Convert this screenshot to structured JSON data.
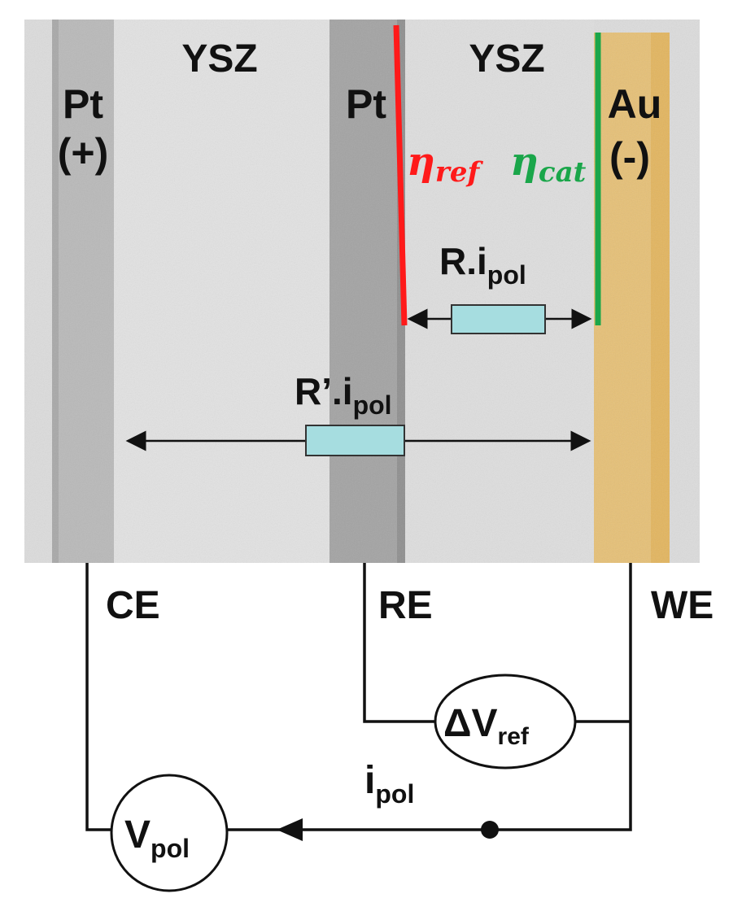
{
  "colors": {
    "ysz": "#dcdcdc",
    "pt_strip": "#b8b8b8",
    "pt_strip_dark": "#9e9e9e",
    "au_overlay": "#e7bd6a",
    "eta_ref": "#ff1a1a",
    "eta_cat": "#1aa64a",
    "resistor": "#a6dde0",
    "wire": "#111111"
  },
  "labels": {
    "ysz_left": "YSZ",
    "ysz_right": "YSZ",
    "pt_left": "Pt",
    "pt_left_sign": "(+)",
    "pt_mid": "Pt",
    "au": "Au",
    "au_sign": "(-)",
    "eta_ref_symbol": "η",
    "eta_ref_sub": "ref",
    "eta_cat_symbol": "η",
    "eta_cat_sub": "cat",
    "r_main": "R.i",
    "r_sub": "pol",
    "rp_main": "R’.i",
    "rp_sub": "pol",
    "ce": "CE",
    "re": "RE",
    "we": "WE",
    "dv_main": "ΔV",
    "dv_sub": "ref",
    "i_main": "i",
    "i_sub": "pol",
    "v_main": "V",
    "v_sub": "pol"
  }
}
